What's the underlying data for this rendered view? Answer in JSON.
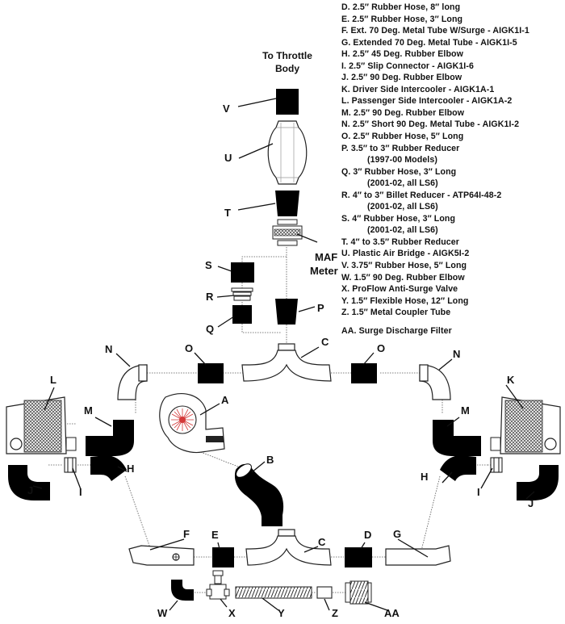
{
  "legend": [
    {
      "text": "D.  2.5″ Rubber Hose, 8″ long"
    },
    {
      "text": "E.  2.5″ Rubber Hose, 3″ Long"
    },
    {
      "text": "F.  Ext. 70 Deg. Metal Tube W/Surge - AIGK1I-1"
    },
    {
      "text": "G.  Extended 70 Deg. Metal Tube - AIGK1I-5"
    },
    {
      "text": "H.   2.5″ 45 Deg. Rubber Elbow"
    },
    {
      "text": "I.  2.5″ Slip Connector - AIGK1I-6"
    },
    {
      "text": "J.  2.5″ 90 Deg. Rubber Elbow"
    },
    {
      "text": "K.  Driver Side Intercooler - AIGK1A-1"
    },
    {
      "text": "L.  Passenger Side Intercooler - AIGK1A-2"
    },
    {
      "text": "M.  2.5″ 90 Deg. Rubber Elbow"
    },
    {
      "text": "N.  2.5″ Short 90 Deg. Metal Tube - AIGK1I-2"
    },
    {
      "text": "O.  2.5″ Rubber Hose, 5″ Long"
    },
    {
      "text": "P.  3.5″ to 3″ Rubber Reducer"
    },
    {
      "text": "(1997-00 Models)",
      "sub": true
    },
    {
      "text": "Q.  3″ Rubber Hose, 3″ Long"
    },
    {
      "text": "(2001-02, all LS6)",
      "sub": true
    },
    {
      "text": "R.  4″ to 3″ Billet Reducer - ATP64I-48-2"
    },
    {
      "text": "(2001-02, all LS6)",
      "sub": true
    },
    {
      "text": "S.  4″ Rubber Hose, 3″ Long"
    },
    {
      "text": "(2001-02, all LS6)",
      "sub": true
    },
    {
      "text": "T.  4″ to 3.5″ Rubber Reducer"
    },
    {
      "text": "U.  Plastic Air Bridge - AIGK5I-2"
    },
    {
      "text": "V.  3.75″ Rubber Hose, 5″ Long"
    },
    {
      "text": "W.  1.5″ 90 Deg. Rubber Elbow"
    },
    {
      "text": "X.  ProFlow Anti-Surge Valve"
    },
    {
      "text": "Y.  1.5″ Flexible Hose, 12″ Long"
    },
    {
      "text": "Z.  1.5″ Metal Coupler Tube"
    },
    {
      "text": "AA.  Surge Discharge Filter",
      "gap": true
    }
  ],
  "top_label": {
    "line1": "To Throttle",
    "line2": "Body"
  },
  "maf_label": {
    "line1": "MAF",
    "line2": "Meter"
  },
  "letters": {
    "A": "A",
    "B": "B",
    "C1": "C",
    "C2": "C",
    "D": "D",
    "E": "E",
    "F": "F",
    "G": "G",
    "H1": "H",
    "H2": "H",
    "I1": "I",
    "I2": "I",
    "J1": "J",
    "J2": "J",
    "K": "K",
    "L": "L",
    "M1": "M",
    "M2": "M",
    "N1": "N",
    "N2": "N",
    "O1": "O",
    "O2": "O",
    "P": "P",
    "Q": "Q",
    "R": "R",
    "S": "S",
    "T": "T",
    "U": "U",
    "V": "V",
    "W": "W",
    "X": "X",
    "Y": "Y",
    "Z": "Z",
    "AA": "AA"
  }
}
